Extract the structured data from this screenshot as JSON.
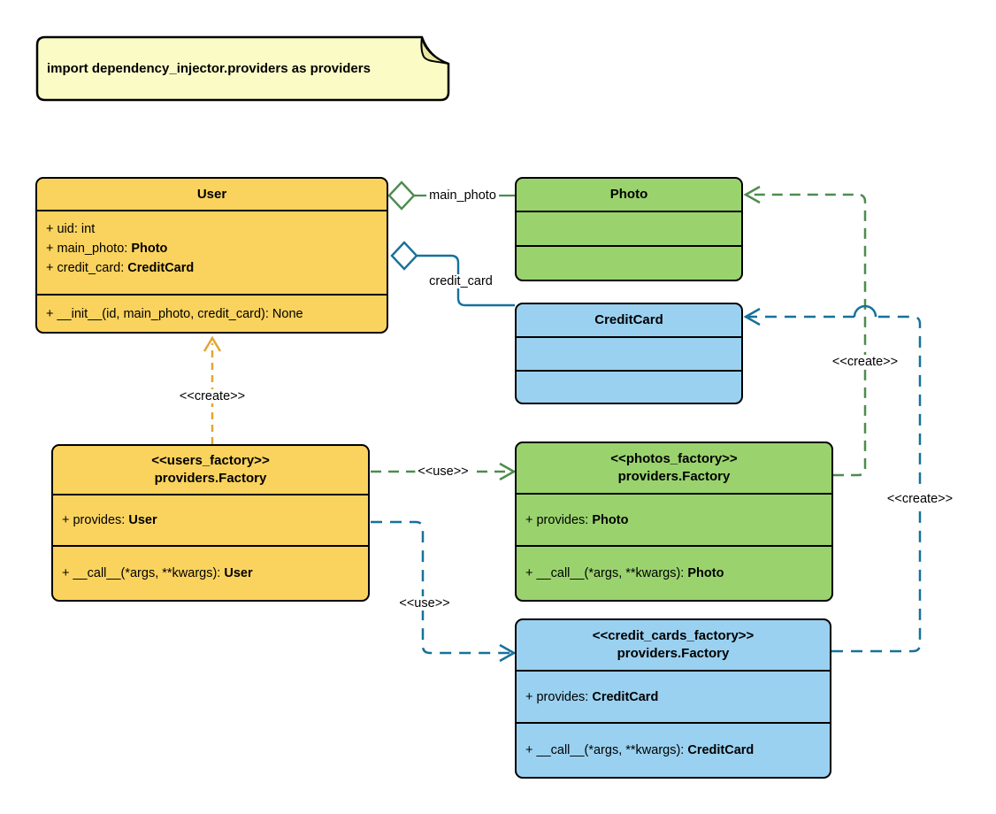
{
  "note": {
    "text": "import dependency_injector.providers as providers"
  },
  "classes": {
    "user": {
      "title": "User",
      "attributes": [
        {
          "t": "+ uid: int",
          "b": ""
        },
        {
          "t": "+ main_photo: ",
          "b": "Photo"
        },
        {
          "t": "+ credit_card: ",
          "b": "CreditCard"
        }
      ],
      "methods": [
        {
          "t": "+ __init__(id, main_photo, credit_card): None",
          "b": ""
        }
      ]
    },
    "photo": {
      "title": "Photo"
    },
    "credit_card": {
      "title": "CreditCard"
    },
    "users_factory": {
      "stereotype": "<<users_factory>>",
      "title": "providers.Factory",
      "attributes": [
        {
          "t": "+ provides: ",
          "b": "User"
        }
      ],
      "methods": [
        {
          "t": "+ __call__(*args, **kwargs): ",
          "b": "User"
        }
      ]
    },
    "photos_factory": {
      "stereotype": "<<photos_factory>>",
      "title": "providers.Factory",
      "attributes": [
        {
          "t": "+ provides: ",
          "b": "Photo"
        }
      ],
      "methods": [
        {
          "t": "+ __call__(*args, **kwargs): ",
          "b": "Photo"
        }
      ]
    },
    "credit_cards_factory": {
      "stereotype": "<<credit_cards_factory>>",
      "title": "providers.Factory",
      "attributes": [
        {
          "t": "+ provides: ",
          "b": "CreditCard"
        }
      ],
      "methods": [
        {
          "t": "+ __call__(*args, **kwargs): ",
          "b": "CreditCard"
        }
      ]
    }
  },
  "edges": {
    "main_photo": {
      "label": "main_photo"
    },
    "credit_card": {
      "label": "credit_card"
    },
    "users_factory_create": {
      "label": "<<create>>"
    },
    "photos_factory_create": {
      "label": "<<create>>"
    },
    "credit_cards_factory_create": {
      "label": "<<create>>"
    },
    "use_photos_factory": {
      "label": "<<use>>"
    },
    "use_credit_cards_factory": {
      "label": "<<use>>"
    }
  },
  "colors": {
    "yellow_fill": "#fad35e",
    "green_fill": "#9ad36e",
    "blue_fill": "#9ad1f0",
    "note_fill": "#fbfbc6",
    "note_fold": "#e8e8a0",
    "gold_line": "#e0a734",
    "green_line": "#4d8c4f",
    "blue_line": "#17719a"
  }
}
